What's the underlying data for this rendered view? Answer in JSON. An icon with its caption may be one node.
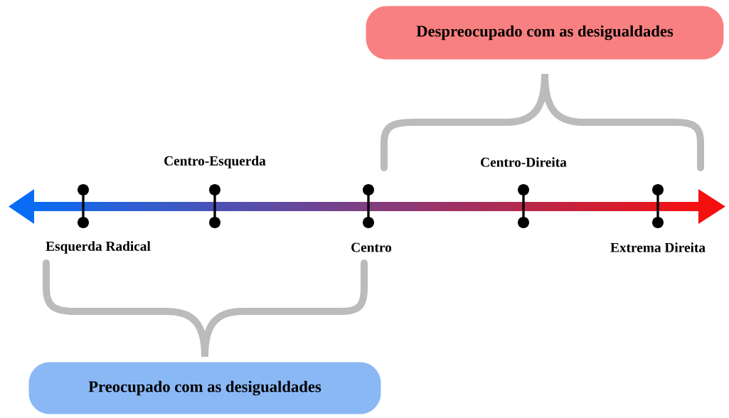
{
  "diagram": {
    "nodes": [
      {
        "text": [
          "Despreocupado com as desigualdades"
        ]
      },
      {
        "text": [
          "Preocupado com as desigualdades"
        ]
      }
    ],
    "labels": [
      "Centro-Esquerda",
      "Centro-Direita",
      "Esquerda Radical",
      "Centro",
      "Extrema Direita"
    ]
  }
}
